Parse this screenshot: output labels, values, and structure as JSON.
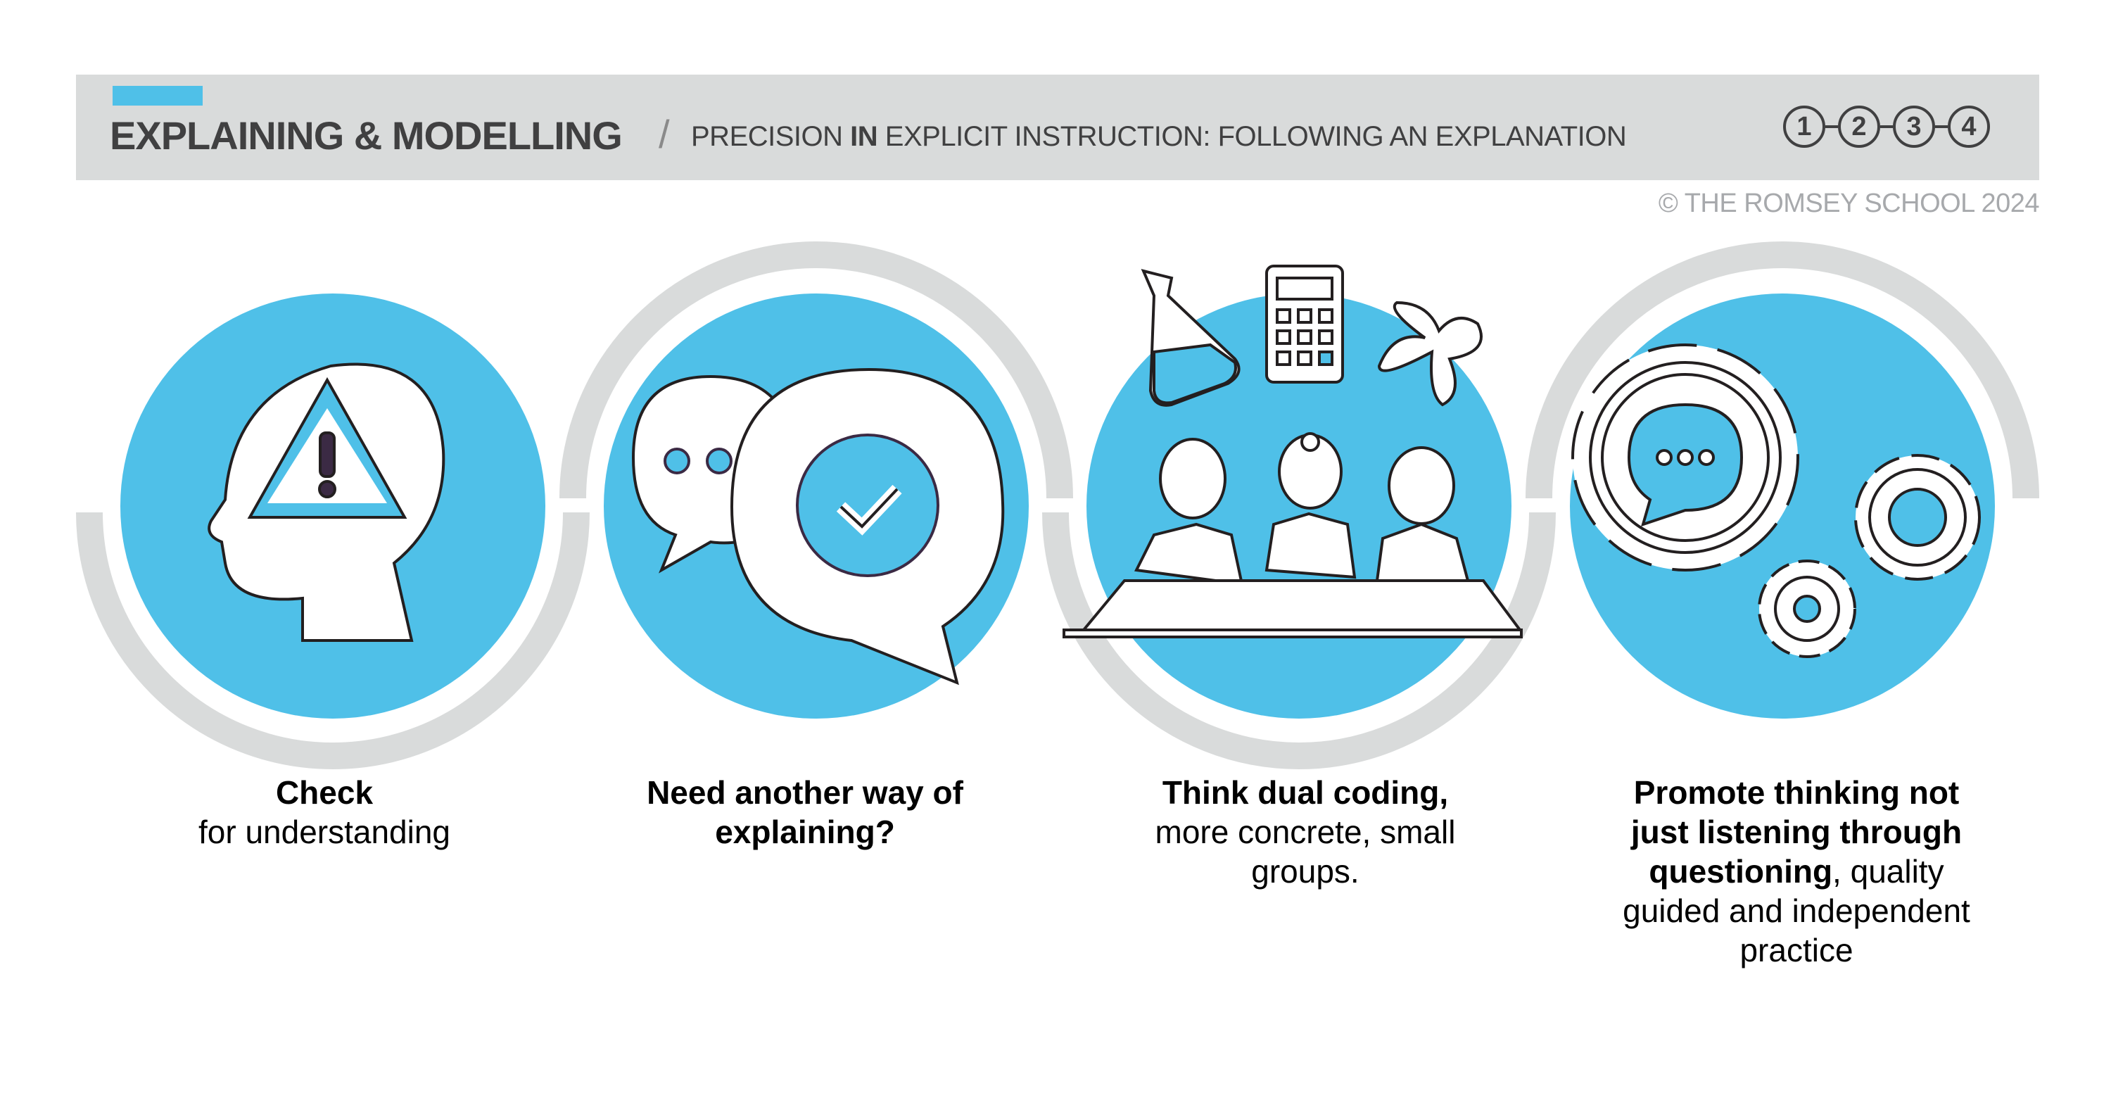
{
  "header": {
    "title": "EXPLAINING & MODELLING",
    "separator": "/",
    "subtitle_pre": "PRECISION",
    "subtitle_bold": "IN",
    "subtitle_post": "EXPLICIT INSTRUCTION: FOLLOWING AN EXPLANATION",
    "steps": [
      "1",
      "2",
      "3",
      "4"
    ]
  },
  "copyright": "© THE ROMSEY SCHOOL 2024",
  "colors": {
    "accent": "#4fc0e8",
    "ring": "#d9dbdb",
    "text": "#404041"
  },
  "cards": [
    {
      "icon": "head-warning-icon",
      "bold": "Check",
      "normal": "for understanding"
    },
    {
      "icon": "speech-bubbles-check-icon",
      "bold": "Need another way of explaining?",
      "normal": ""
    },
    {
      "icon": "group-dual-coding-icon",
      "bold": "Think dual coding,",
      "normal": "more concrete, small groups."
    },
    {
      "icon": "gears-speech-icon",
      "bold": "Promote thinking not just listening through questioning",
      "normal": ", quality guided and independent practice"
    }
  ]
}
